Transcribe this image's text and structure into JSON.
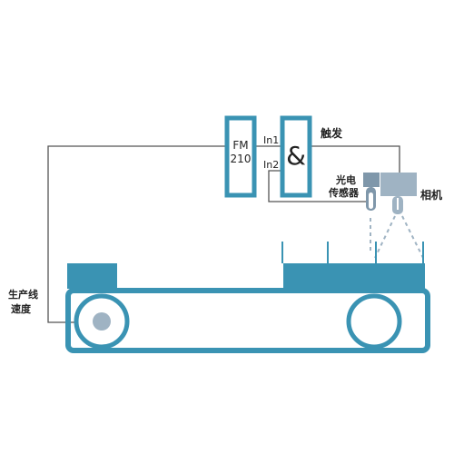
{
  "diagram": {
    "fm_label": [
      "FM",
      "210"
    ],
    "and_symbol": "&",
    "input1_label": "In1",
    "input2_label": "In2",
    "trigger_label": "触发",
    "sensor_label": [
      "光电",
      "传感器"
    ],
    "camera_label": "相机",
    "speed_label": [
      "生产线",
      "速度"
    ]
  },
  "colors": {
    "accent": "#3a93b3",
    "line": "#555555",
    "camera": "#9fb3c3",
    "camera_dark": "#7f97aa"
  }
}
